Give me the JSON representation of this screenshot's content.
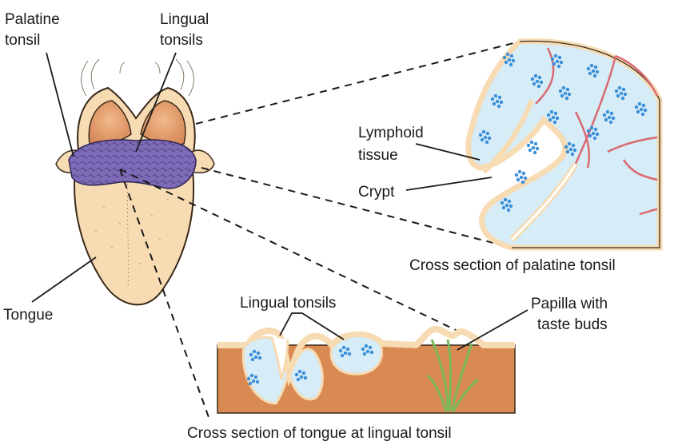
{
  "labels": {
    "palatine_tonsil_line1": "Palatine",
    "palatine_tonsil_line2": "tonsil",
    "lingual_tonsils_line1": "Lingual",
    "lingual_tonsils_line2": "tonsils",
    "lymphoid_line1": "Lymphoid",
    "lymphoid_line2": "tissue",
    "crypt": "Crypt",
    "tongue": "Tongue",
    "lingual_tonsils_bottom": "Lingual tonsils",
    "papilla_line1": "Papilla with",
    "papilla_line2": "taste buds"
  },
  "captions": {
    "palatine_cross_section": "Cross section of palatine tonsil",
    "lingual_cross_section": "Cross section of tongue at lingual tonsil"
  },
  "colors": {
    "tongue_fill": "#f6dbb3",
    "tongue_stroke": "#3a2a1a",
    "lingual_tonsil": "#7e6bb8",
    "palatine_fill": "#e9a36b",
    "epithelium": "#f6dbb3",
    "lymphoid_fill": "#d6ecf7",
    "lymphoid_dots": "#3b8fd9",
    "vessel": "#d96a72",
    "tongue_tissue": "#d98a52",
    "papilla_green": "#7ab85a"
  }
}
